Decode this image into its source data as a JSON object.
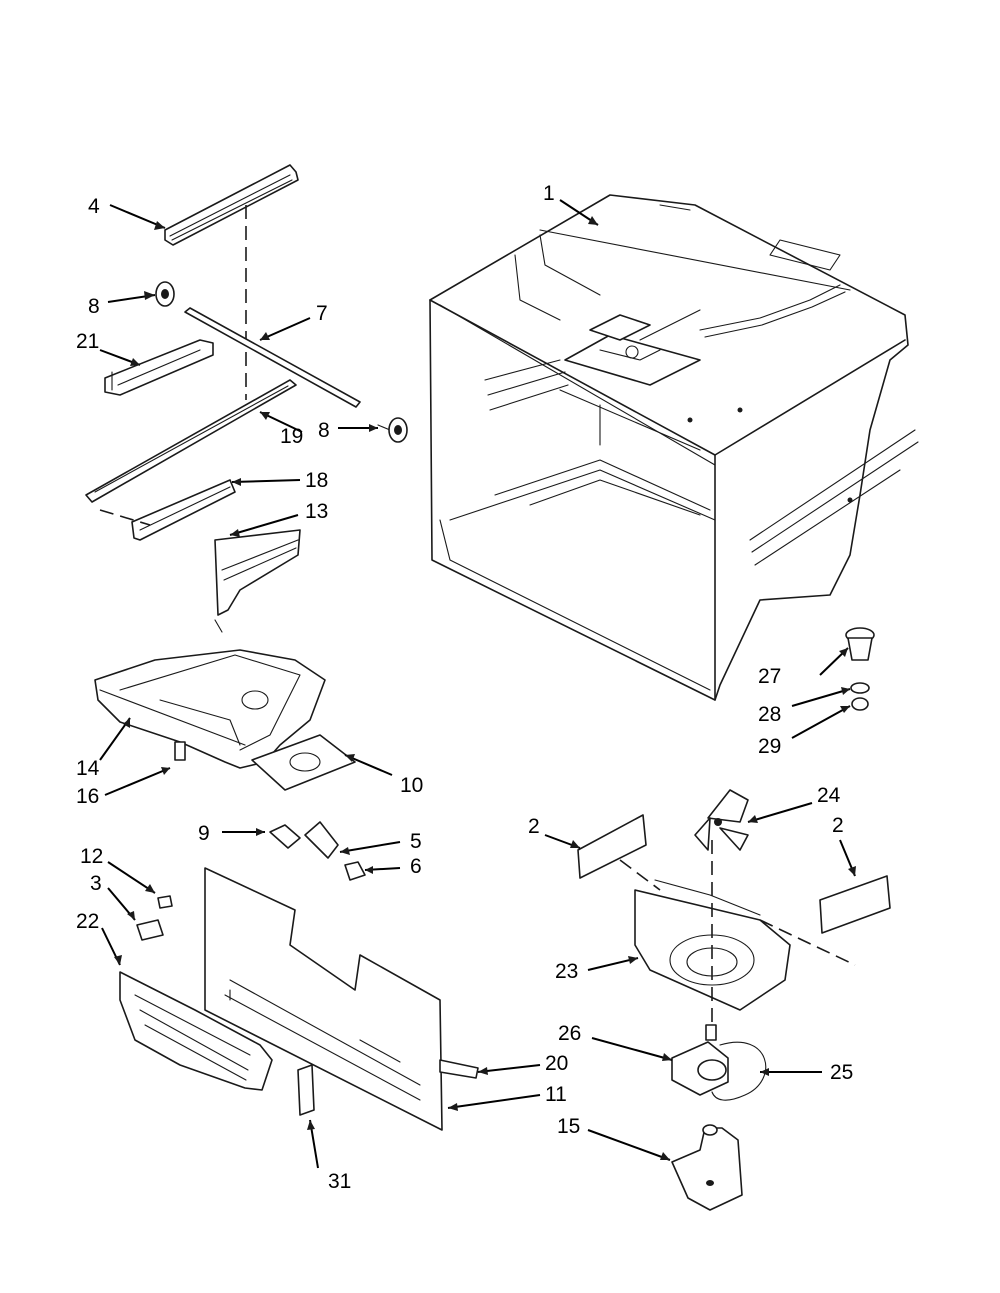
{
  "diagram": {
    "callouts": [
      {
        "id": "c1",
        "label": "1"
      },
      {
        "id": "c2a",
        "label": "2"
      },
      {
        "id": "c2b",
        "label": "2"
      },
      {
        "id": "c3",
        "label": "3"
      },
      {
        "id": "c4",
        "label": "4"
      },
      {
        "id": "c5",
        "label": "5"
      },
      {
        "id": "c6",
        "label": "6"
      },
      {
        "id": "c7",
        "label": "7"
      },
      {
        "id": "c8a",
        "label": "8"
      },
      {
        "id": "c8b",
        "label": "8"
      },
      {
        "id": "c9",
        "label": "9"
      },
      {
        "id": "c10",
        "label": "10"
      },
      {
        "id": "c11",
        "label": "11"
      },
      {
        "id": "c12",
        "label": "12"
      },
      {
        "id": "c13",
        "label": "13"
      },
      {
        "id": "c14",
        "label": "14"
      },
      {
        "id": "c15",
        "label": "15"
      },
      {
        "id": "c16",
        "label": "16"
      },
      {
        "id": "c18",
        "label": "18"
      },
      {
        "id": "c19",
        "label": "19"
      },
      {
        "id": "c20",
        "label": "20"
      },
      {
        "id": "c21",
        "label": "21"
      },
      {
        "id": "c22",
        "label": "22"
      },
      {
        "id": "c23",
        "label": "23"
      },
      {
        "id": "c24",
        "label": "24"
      },
      {
        "id": "c25",
        "label": "25"
      },
      {
        "id": "c26",
        "label": "26"
      },
      {
        "id": "c27",
        "label": "27"
      },
      {
        "id": "c28",
        "label": "28"
      },
      {
        "id": "c29",
        "label": "29"
      },
      {
        "id": "c31",
        "label": "31"
      }
    ]
  }
}
